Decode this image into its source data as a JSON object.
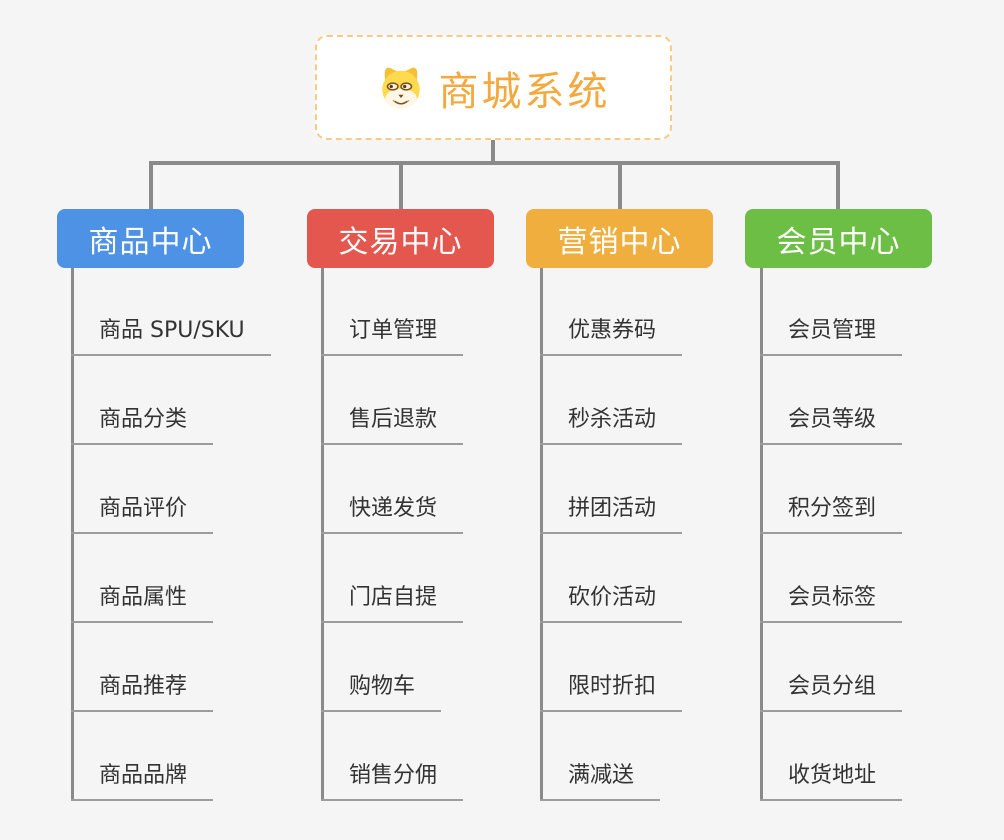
{
  "root": {
    "title": "商城系统",
    "icon": "dog-face-icon",
    "title_color": "#F3A93E",
    "border_color": "#F8CB85"
  },
  "connector_color": "#8A8A8A",
  "background_color": "#F5F5F5",
  "branches": [
    {
      "label": "商品中心",
      "color": "#4D92E4",
      "items": [
        "商品 SPU/SKU",
        "商品分类",
        "商品评价",
        "商品属性",
        "商品推荐",
        "商品品牌"
      ]
    },
    {
      "label": "交易中心",
      "color": "#E4574F",
      "items": [
        "订单管理",
        "售后退款",
        "快递发货",
        "门店自提",
        "购物车",
        "销售分佣"
      ]
    },
    {
      "label": "营销中心",
      "color": "#EFAE3E",
      "items": [
        "优惠券码",
        "秒杀活动",
        "拼团活动",
        "砍价活动",
        "限时折扣",
        "满减送"
      ]
    },
    {
      "label": "会员中心",
      "color": "#6CBE45",
      "items": [
        "会员管理",
        "会员等级",
        "积分签到",
        "会员标签",
        "会员分组",
        "收货地址"
      ]
    }
  ]
}
